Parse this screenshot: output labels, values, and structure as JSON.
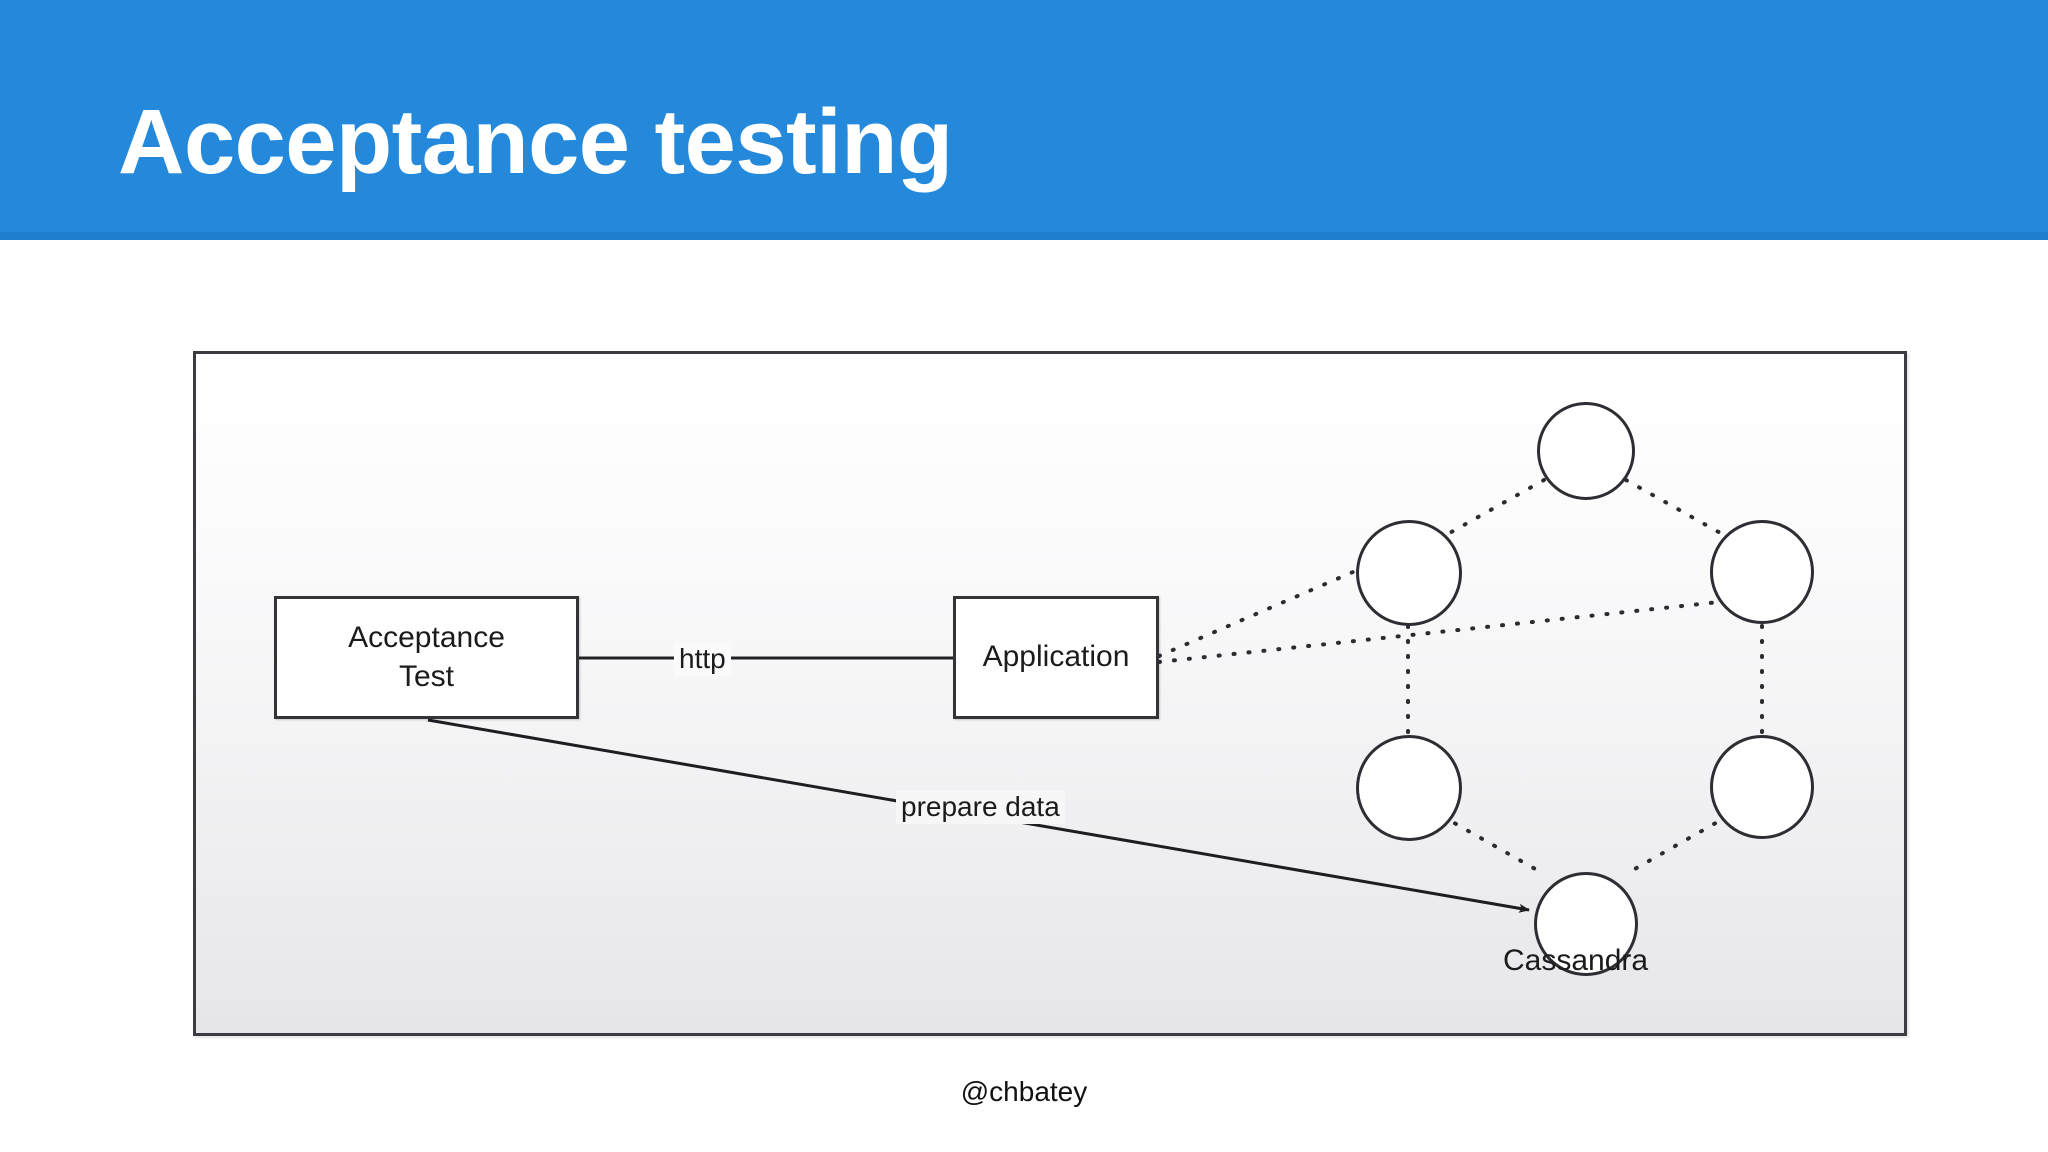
{
  "slide": {
    "title": "Acceptance testing",
    "header_color": "#2489db",
    "header_border_color": "#1f7fce",
    "title_color": "#ffffff",
    "background_color": "#ffffff"
  },
  "diagram": {
    "frame_border_color": "#3b3b42",
    "boxes": [
      {
        "id": "acceptance-test",
        "label": "Acceptance\nTest"
      },
      {
        "id": "application",
        "label": "Application"
      }
    ],
    "edges": [
      {
        "id": "http",
        "label": "http",
        "from": "acceptance-test",
        "to": "application",
        "style": "solid"
      },
      {
        "id": "prepare-data",
        "label": "prepare data",
        "from": "acceptance-test",
        "to": "cassandra-node-6",
        "style": "solid-arrow"
      },
      {
        "id": "app-to-ring-upper",
        "label": "",
        "from": "application",
        "to": "cassandra-node-2",
        "style": "dotted"
      },
      {
        "id": "app-to-ring-lower",
        "label": "",
        "from": "application",
        "to": "cassandra-node-5",
        "style": "dotted"
      }
    ],
    "cluster": {
      "id": "cassandra",
      "label": "Cassandra",
      "node_count": 6,
      "node_fill": "#ffffff",
      "node_stroke": "#2d2d33",
      "ring_link_style": "dotted",
      "nodes": [
        {
          "id": "cassandra-node-1",
          "position": "top"
        },
        {
          "id": "cassandra-node-2",
          "position": "upper-left"
        },
        {
          "id": "cassandra-node-3",
          "position": "upper-right"
        },
        {
          "id": "cassandra-node-4",
          "position": "lower-left"
        },
        {
          "id": "cassandra-node-5",
          "position": "lower-right"
        },
        {
          "id": "cassandra-node-6",
          "position": "bottom"
        }
      ]
    }
  },
  "footer": {
    "handle": "@chbatey"
  }
}
